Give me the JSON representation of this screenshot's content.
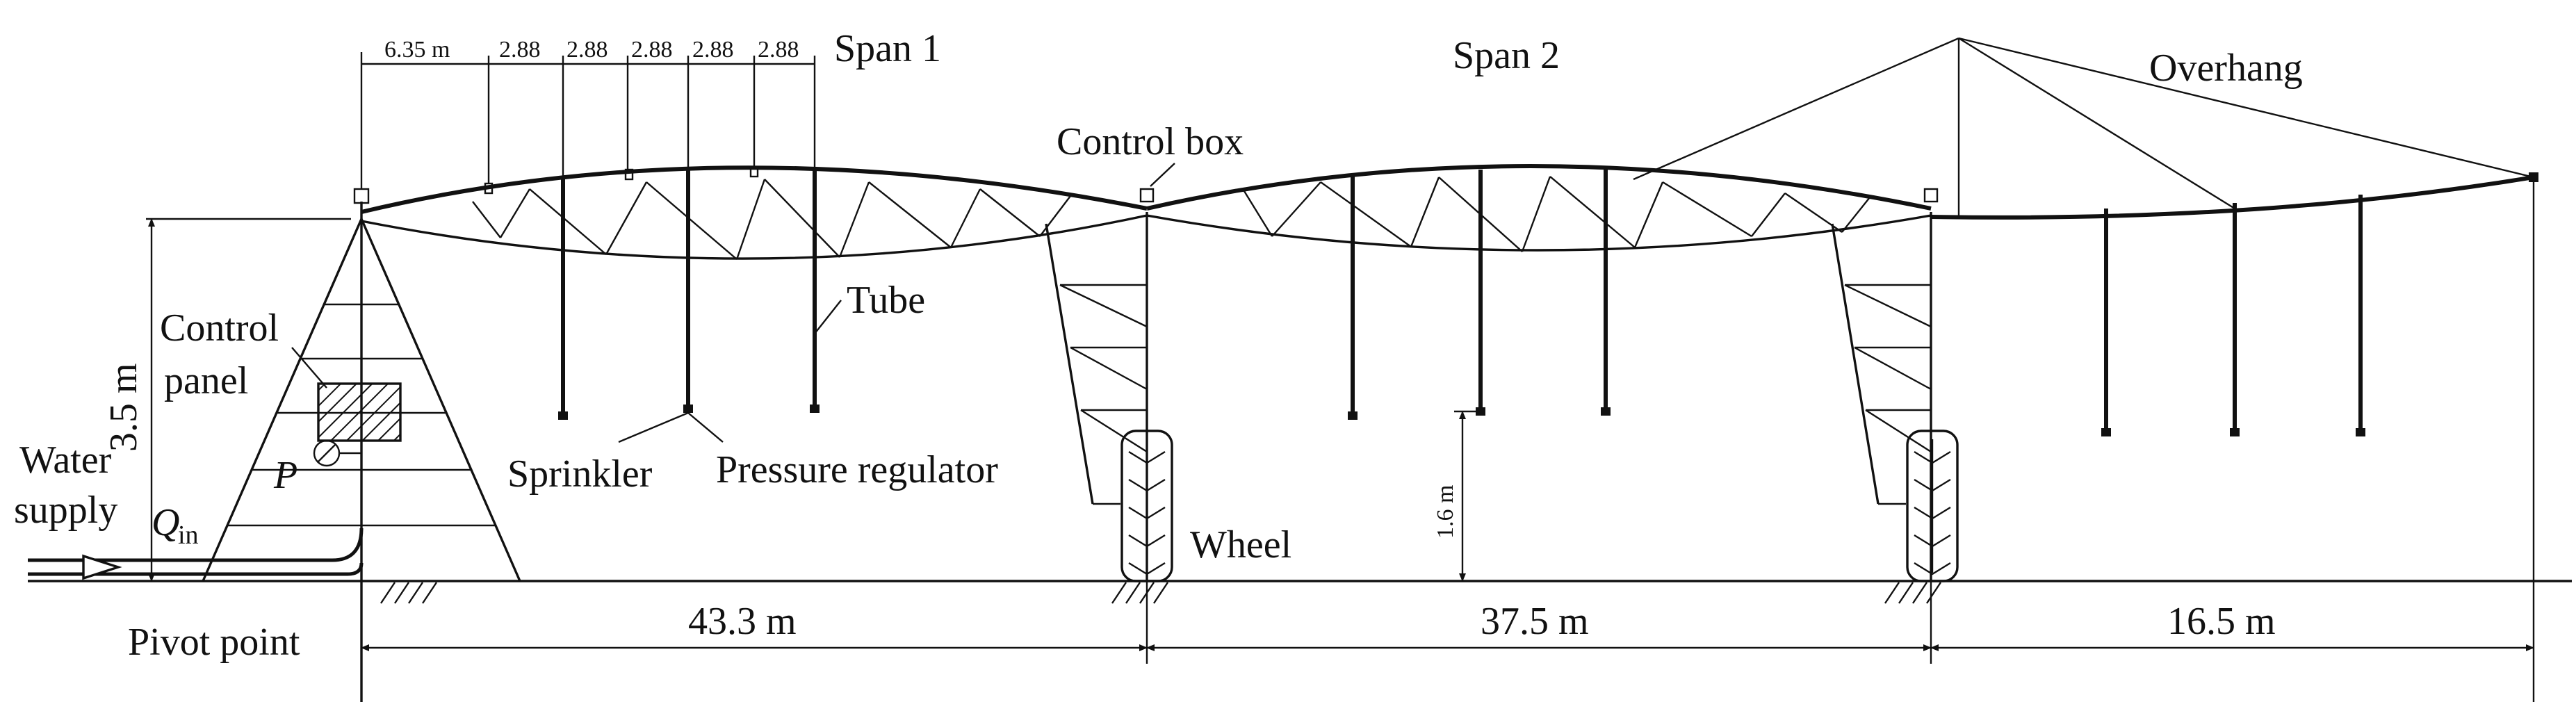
{
  "labels": {
    "span1": "Span 1",
    "span2": "Span 2",
    "overhang": "Overhang",
    "control_box": "Control box",
    "control_panel_line1": "Control",
    "control_panel_line2": "panel",
    "water_supply_line1": "Water",
    "water_supply_line2": "supply",
    "q_symbol": "Q",
    "q_subscript": "in",
    "pressure_symbol": "P",
    "tube": "Tube",
    "sprinkler": "Sprinkler",
    "pressure_regulator": "Pressure regulator",
    "wheel": "Wheel",
    "pivot_point": "Pivot point"
  },
  "dimensions": {
    "height_tower": "3.5 m",
    "height_sprinkler": "1.6 m",
    "span1_length": "43.3 m",
    "span2_length": "37.5 m",
    "overhang_length": "16.5 m",
    "first_spacing": "6.35 m",
    "spacings": [
      "2.88",
      "2.88",
      "2.88",
      "2.88",
      "2.88"
    ]
  }
}
